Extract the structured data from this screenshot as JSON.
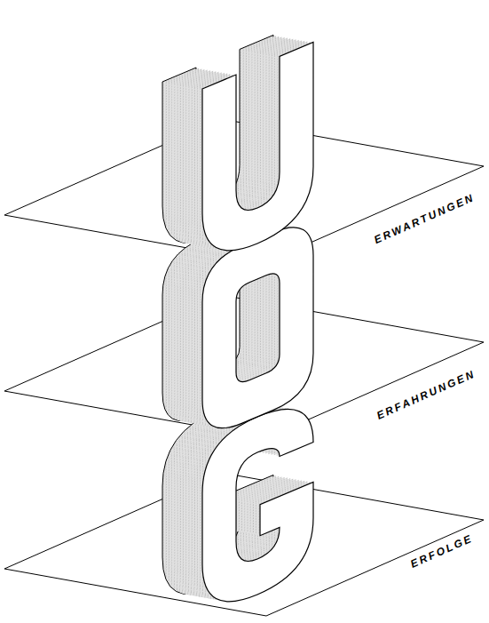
{
  "diagram": {
    "labels": [
      "ERWARTUNGEN",
      "ERFAHRUNGEN",
      "ERFOLGE"
    ]
  }
}
